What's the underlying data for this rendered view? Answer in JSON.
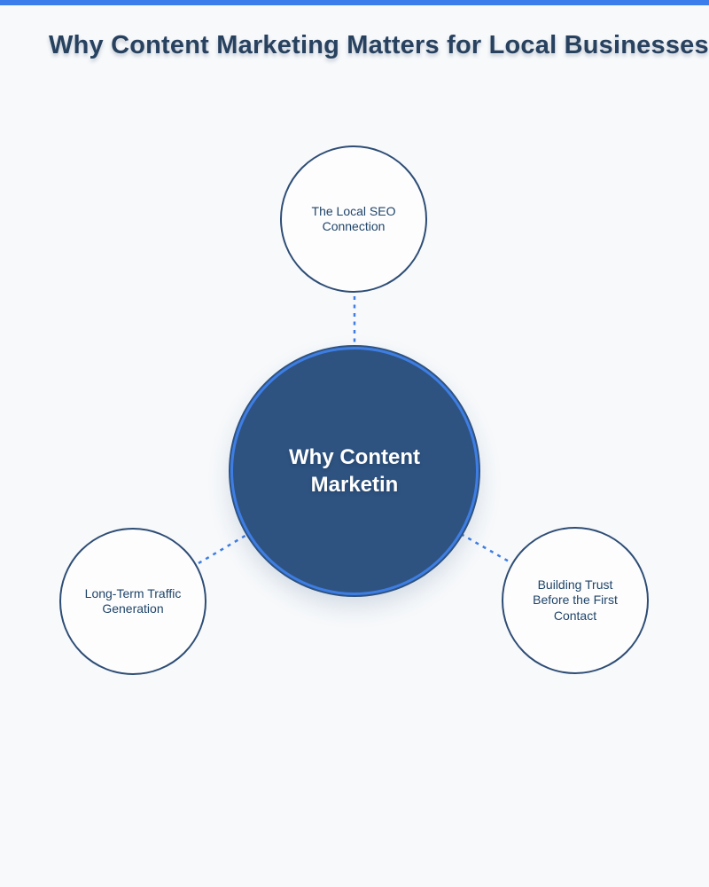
{
  "page": {
    "title": "Why Content Marketing Matters for Local Businesses",
    "colors": {
      "top_bar": "#3c7dec",
      "background": "#f7f9fb",
      "title_text": "#27415f",
      "center_fill": "#2e5381",
      "center_ring": "#3e7ee4",
      "node_border": "#2e4d75",
      "node_fill": "#fdfdfe",
      "node_text": "#1f4468",
      "connector": "#3e7ee4"
    }
  },
  "diagram": {
    "type": "hub-spoke",
    "center": {
      "label": "Why Content Marketin",
      "lines": [
        "Why Content",
        "Marketin"
      ]
    },
    "nodes": [
      {
        "id": "local-seo-connection",
        "position": "top",
        "label": "The Local SEO Connection",
        "lines": [
          "The Local SEO",
          "Connection"
        ]
      },
      {
        "id": "long-term-traffic-generation",
        "position": "bottom-left",
        "label": "Long-Term Traffic Generation",
        "lines": [
          "Long-Term Traffic",
          "Generation"
        ]
      },
      {
        "id": "building-trust",
        "position": "bottom-right",
        "label": "Building Trust Before the First Contact",
        "lines": [
          "Building Trust",
          "Before the First",
          "Contact"
        ]
      }
    ]
  }
}
